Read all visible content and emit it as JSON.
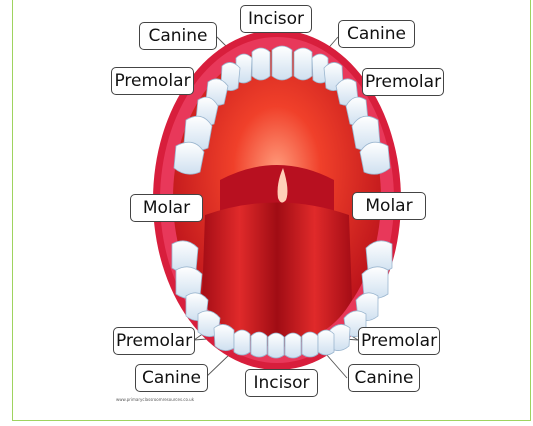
{
  "labels": {
    "incisor_top": "Incisor",
    "canine_top_left": "Canine",
    "canine_top_right": "Canine",
    "premolar_top_left": "Premolar",
    "premolar_top_right": "Premolar",
    "molar_left": "Molar",
    "molar_right": "Molar",
    "premolar_bottom_left": "Premolar",
    "premolar_bottom_right": "Premolar",
    "canine_bottom_left": "Canine",
    "canine_bottom_right": "Canine",
    "incisor_bottom": "Incisor"
  },
  "credit": "www.primaryclassroomresources.co.uk",
  "colors": {
    "lips": "#d81e3c",
    "mouth": "#e3251f",
    "tongue": "#c8141c",
    "teeth": "#ffffff",
    "teeth_shade": "#c9dced",
    "border": "#9fd35f"
  }
}
